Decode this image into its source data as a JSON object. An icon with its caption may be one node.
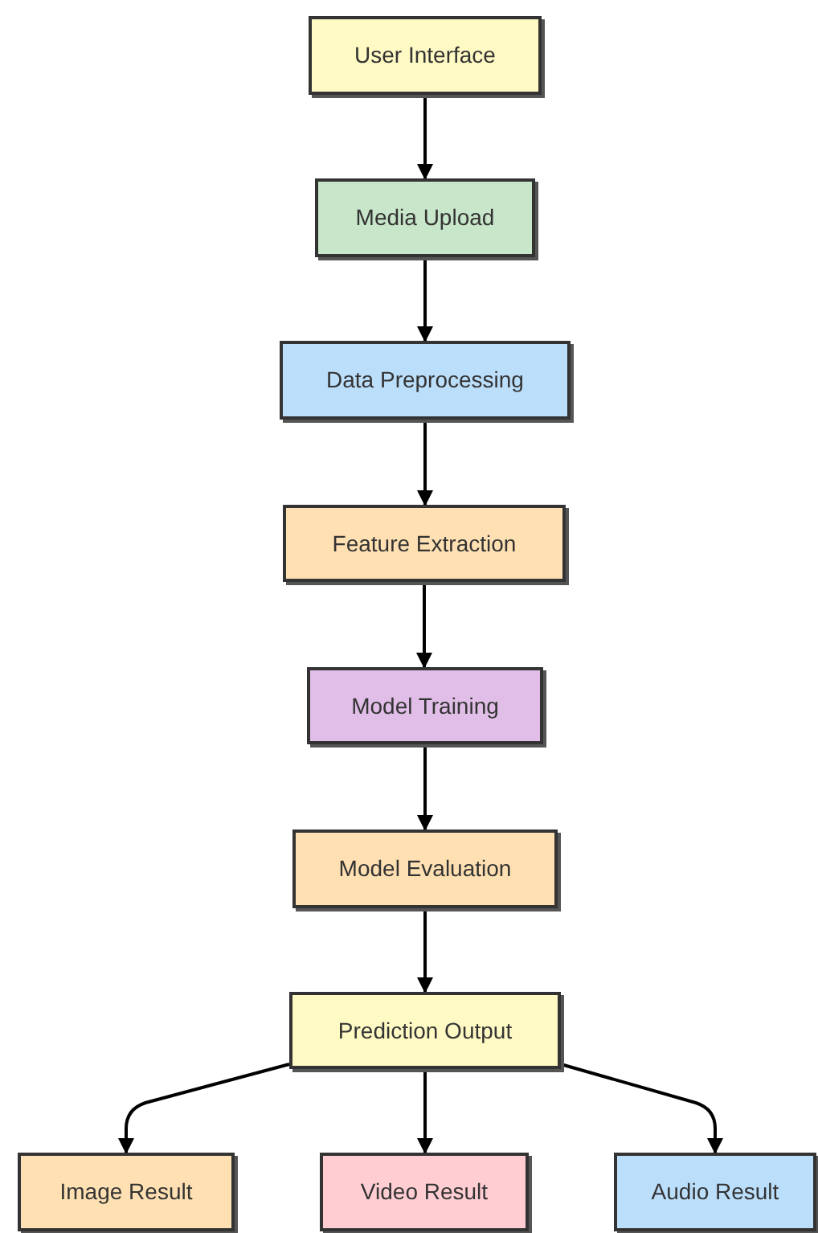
{
  "diagram": {
    "nodes": [
      {
        "text": [
          "User Interface"
        ]
      },
      {
        "text": [
          "Media Upload"
        ]
      },
      {
        "text": [
          "Data Preprocessing"
        ]
      },
      {
        "text": [
          "Feature Extraction"
        ]
      },
      {
        "text": [
          "Model Training"
        ]
      },
      {
        "text": [
          "Model Evaluation"
        ]
      },
      {
        "text": [
          "Prediction Output"
        ]
      },
      {
        "text": [
          "Image Result"
        ]
      },
      {
        "text": [
          "Video Result"
        ]
      },
      {
        "text": [
          "Audio Result"
        ]
      }
    ],
    "edges": [
      {
        "from": 0,
        "to": 1,
        "arrow": "to"
      },
      {
        "from": 1,
        "to": 2,
        "arrow": "to"
      },
      {
        "from": 2,
        "to": 3,
        "arrow": "to"
      },
      {
        "from": 3,
        "to": 4,
        "arrow": "to"
      },
      {
        "from": 4,
        "to": 5,
        "arrow": "to"
      },
      {
        "from": 5,
        "to": 6,
        "arrow": "to"
      },
      {
        "from": 6,
        "to": 7,
        "arrow": "to"
      },
      {
        "from": 6,
        "to": 8,
        "arrow": "to"
      },
      {
        "from": 6,
        "to": 9,
        "arrow": "to"
      }
    ]
  }
}
